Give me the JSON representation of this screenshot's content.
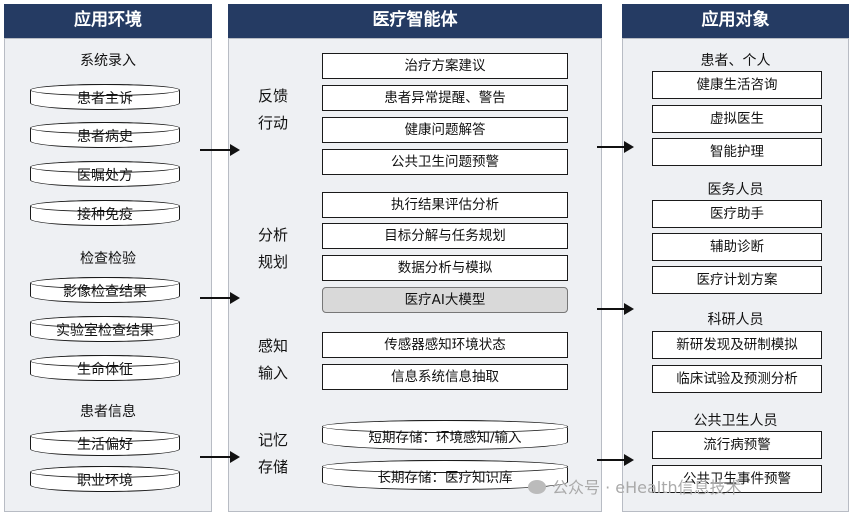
{
  "left": {
    "header": "应用环境",
    "groups": [
      {
        "title": "系统录入",
        "items": [
          "患者主诉",
          "患者病史",
          "医嘱处方",
          "接种免疫"
        ]
      },
      {
        "title": "检查检验",
        "items": [
          "影像检查结果",
          "实验室检查结果",
          "生命体征"
        ]
      },
      {
        "title": "患者信息",
        "items": [
          "生活偏好",
          "职业环境"
        ]
      }
    ]
  },
  "middle": {
    "header": "医疗智能体",
    "sections": [
      {
        "label1": "反馈",
        "label2": "行动",
        "items": [
          "治疗方案建议",
          "患者异常提醒、警告",
          "健康问题解答",
          "公共卫生问题预警"
        ]
      },
      {
        "label1": "分析",
        "label2": "规划",
        "items": [
          "执行结果评估分析",
          "目标分解与任务规划",
          "数据分析与模拟",
          "医疗AI大模型"
        ]
      },
      {
        "label1": "感知",
        "label2": "输入",
        "items": [
          "传感器感知环境状态",
          "信息系统信息抽取"
        ]
      },
      {
        "label1": "记忆",
        "label2": "存储",
        "items": [
          "短期存储：环境感知/输入",
          "长期存储：医疗知识库"
        ]
      }
    ]
  },
  "right": {
    "header": "应用对象",
    "groups": [
      {
        "title": "患者、个人",
        "items": [
          "健康生活咨询",
          "虚拟医生",
          "智能护理"
        ]
      },
      {
        "title": "医务人员",
        "items": [
          "医疗助手",
          "辅助诊断",
          "医疗计划方案"
        ]
      },
      {
        "title": "科研人员",
        "items": [
          "新研发现及研制模拟",
          "临床试验及预测分析"
        ]
      },
      {
        "title": "公共卫生人员",
        "items": [
          "流行病预警",
          "公共卫生事件预警"
        ]
      }
    ]
  },
  "watermark": "公众号 · eHealth信息技术"
}
